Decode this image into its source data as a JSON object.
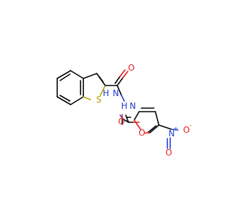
{
  "colors": {
    "carbon": "#000000",
    "oxygen": "#e41a1c",
    "nitrogen": "#1f3bd6",
    "sulfur": "#b8a000",
    "background": "#ffffff"
  },
  "atoms": {
    "o_top": "O",
    "s_ring": "S",
    "nh_1": "N",
    "h_1": "H",
    "nh_2": "N",
    "h_2": "H",
    "o_amide2": "O",
    "o_furan": "O",
    "n_nitro": "N",
    "n_charge": "+",
    "o_nitro_minus": "O",
    "o_minus_charge": "-",
    "o_nitro_double": "O"
  }
}
